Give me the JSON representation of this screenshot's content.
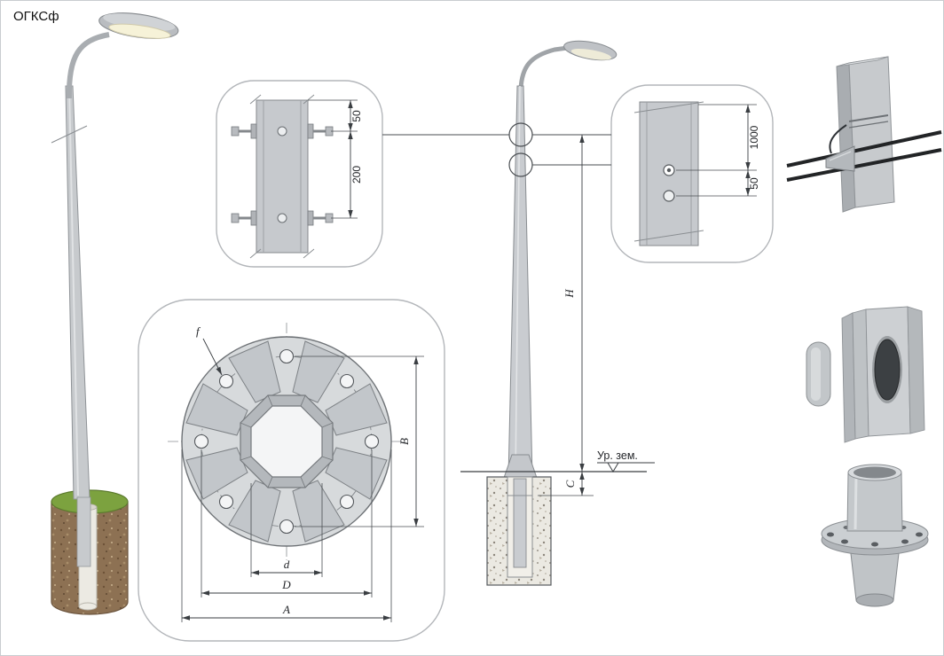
{
  "title": "ОГКСф",
  "elevation": {
    "height_label": "H",
    "embed_label": "C",
    "ground_label": "Ур. зем."
  },
  "clamp_detail": {
    "offset_top": "50",
    "bolt_spacing": "200"
  },
  "hole_detail": {
    "mount_height": "1000",
    "hole_offset": "50"
  },
  "flange_plan": {
    "bolt_hole_label": "f",
    "width_label": "B",
    "inner_dia_label": "d",
    "bolt_circle_label": "D",
    "outer_dia_label": "A"
  },
  "colors": {
    "pole_gray": "#c7cacd",
    "soil_brown": "#8d7153",
    "grass_green": "#7ca23f",
    "line": "#3a3e42"
  }
}
